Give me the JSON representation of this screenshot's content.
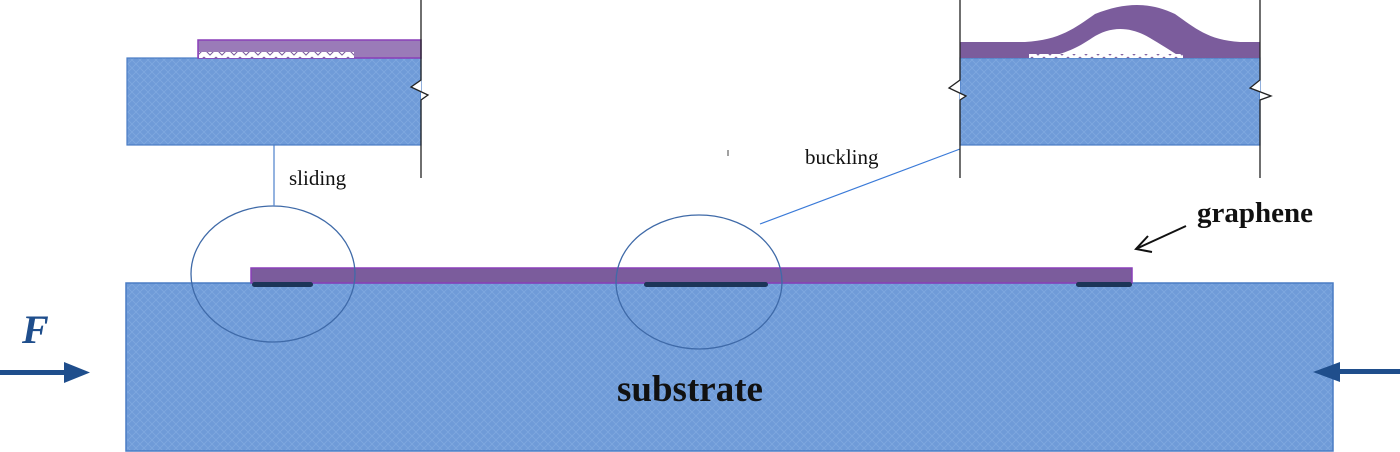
{
  "diagram": {
    "title": "Graphene on substrate under compression: sliding and buckling",
    "labels": {
      "sliding": "sliding",
      "buckling": "buckling",
      "graphene": "graphene",
      "substrate": "substrate",
      "force": "F"
    },
    "colors": {
      "substrate_fill": "#6f9bd8",
      "substrate_stroke": "#4a7cc4",
      "graphene_fill": "#7b5c9c",
      "graphene_stroke": "#8a3fb8",
      "interface_dark": "#1c3558",
      "arrow": "#1f4e8c",
      "callout_line": "#4a7cc4",
      "ellipse_stroke": "#3f6aa8"
    },
    "insets": [
      {
        "name": "sliding-inset",
        "mode": "sliding"
      },
      {
        "name": "buckling-inset",
        "mode": "buckling"
      }
    ],
    "forces": [
      {
        "side": "left",
        "direction": "right"
      },
      {
        "side": "right",
        "direction": "left"
      }
    ]
  }
}
